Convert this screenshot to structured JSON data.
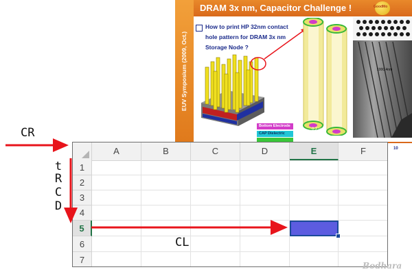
{
  "slide": {
    "title": "DRAM 3x nm, Capacitor Challenge !",
    "sidebar_text": "EUV Symposium (2009, Oct.)",
    "body_lines": [
      "How to print HP 32nm contact",
      "hole pattern for DRAM 3x nm",
      "Storage Node ?"
    ],
    "legend": {
      "bottom_electrode": "Bottom Electrode",
      "cap_dielectric": "CAP Dielectric"
    },
    "page_number": "10",
    "logo_text": "GoodMo",
    "scale_left": "0.2 μm",
    "scale_right": "1000.4nm"
  },
  "spreadsheet": {
    "columns": [
      "A",
      "B",
      "C",
      "D",
      "E",
      "F"
    ],
    "rows": [
      "1",
      "2",
      "3",
      "4",
      "5",
      "6",
      "7"
    ],
    "selected_column": "E",
    "selected_row": "5"
  },
  "annotations": {
    "cr": "CR",
    "trcd": [
      "t",
      "R",
      "C",
      "D"
    ],
    "cl": "CL"
  },
  "watermark": "Bodhara",
  "colors": {
    "arrow": "#e8141b",
    "selected_cell": "#5c5ce0",
    "excel_green": "#217346",
    "slide_orange": "#e07a1c",
    "slide_text": "#1a2a8a"
  }
}
